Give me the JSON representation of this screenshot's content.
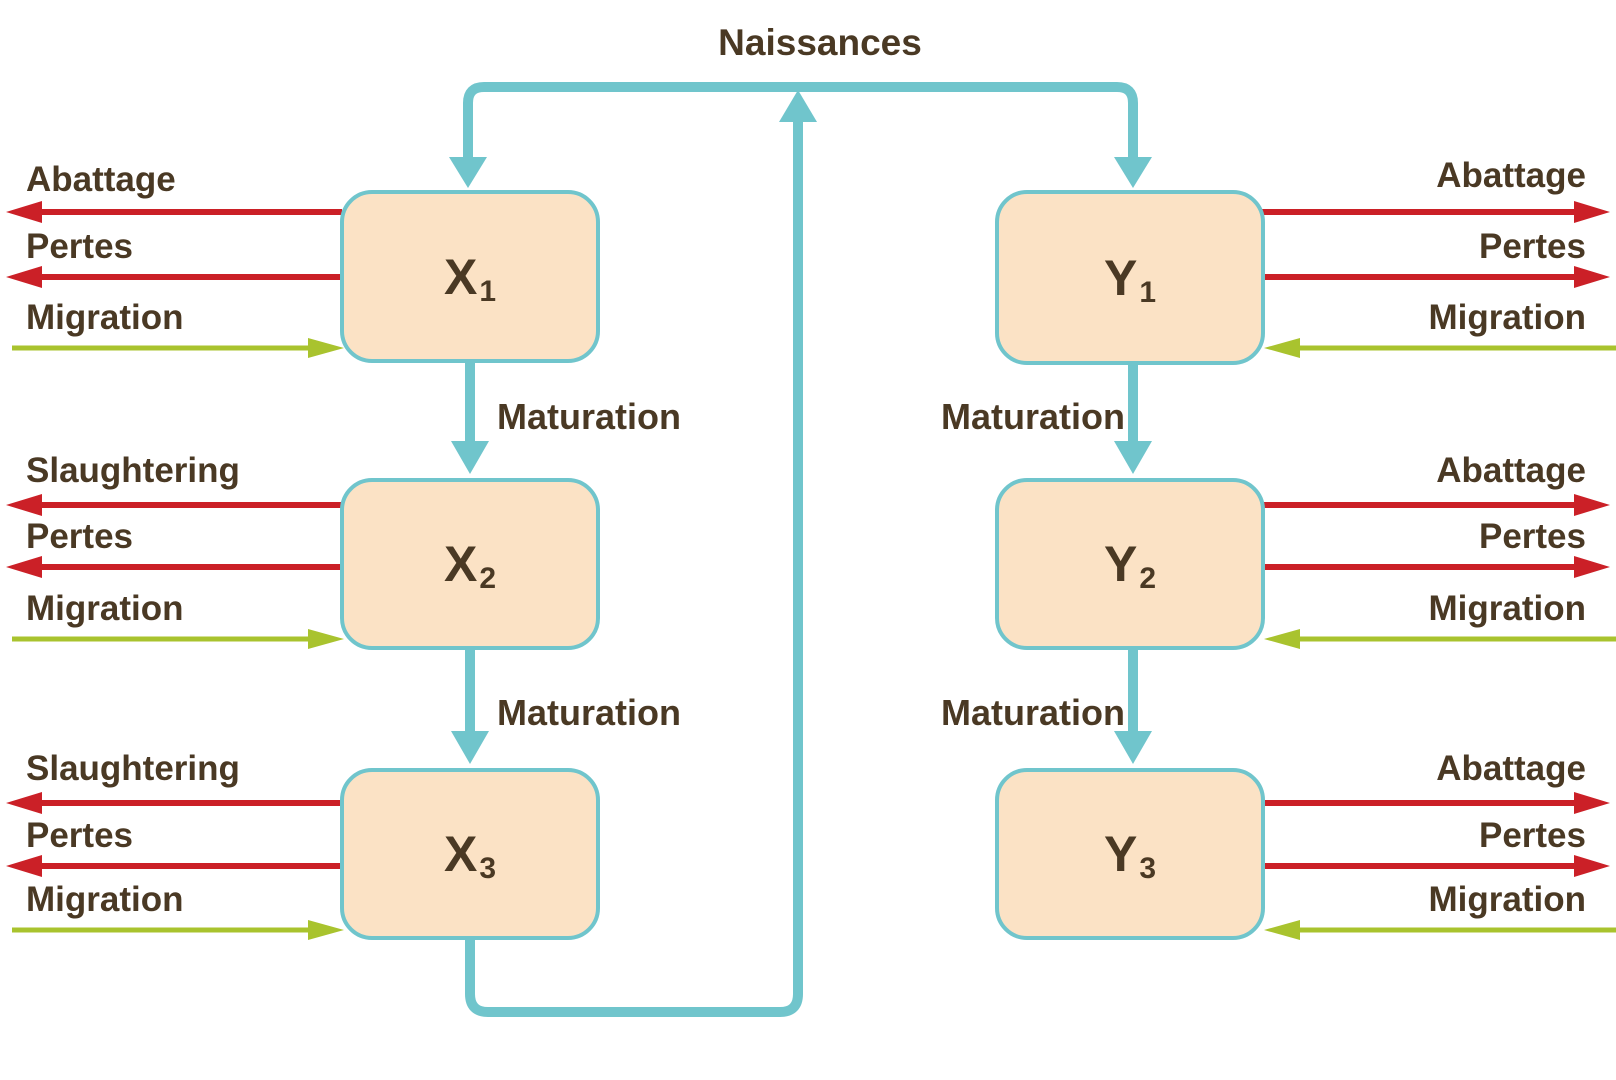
{
  "colors": {
    "teal": "#70C5CC",
    "peach": "#FBE2C5",
    "red": "#CB2027",
    "green": "#A9C32E",
    "ink": "#4A3924",
    "bg": "#FFFFFF"
  },
  "naissances_label": "Naissances",
  "left_column": {
    "boxes": [
      {
        "name": "X",
        "sub": "1",
        "flows": [
          {
            "label": "Abattage",
            "arrow": "red-out"
          },
          {
            "label": "Pertes",
            "arrow": "red-out"
          },
          {
            "label": "Migration",
            "arrow": "green-in"
          }
        ]
      },
      {
        "name": "X",
        "sub": "2",
        "flows": [
          {
            "label": "Slaughtering",
            "arrow": "red-out"
          },
          {
            "label": "Pertes",
            "arrow": "red-out"
          },
          {
            "label": "Migration",
            "arrow": "green-in"
          }
        ]
      },
      {
        "name": "X",
        "sub": "3",
        "flows": [
          {
            "label": "Slaughtering",
            "arrow": "red-out"
          },
          {
            "label": "Pertes",
            "arrow": "red-out"
          },
          {
            "label": "Migration",
            "arrow": "green-in"
          }
        ]
      }
    ],
    "maturation": [
      "Maturation",
      "Maturation"
    ]
  },
  "right_column": {
    "boxes": [
      {
        "name": "Y",
        "sub": "1",
        "flows": [
          {
            "label": "Abattage",
            "arrow": "red-out"
          },
          {
            "label": "Pertes",
            "arrow": "red-out"
          },
          {
            "label": "Migration",
            "arrow": "green-in"
          }
        ]
      },
      {
        "name": "Y",
        "sub": "2",
        "flows": [
          {
            "label": "Abattage",
            "arrow": "red-out"
          },
          {
            "label": "Pertes",
            "arrow": "red-out"
          },
          {
            "label": "Migration",
            "arrow": "green-in"
          }
        ]
      },
      {
        "name": "Y",
        "sub": "3",
        "flows": [
          {
            "label": "Abattage",
            "arrow": "red-out"
          },
          {
            "label": "Pertes",
            "arrow": "red-out"
          },
          {
            "label": "Migration",
            "arrow": "green-in"
          }
        ]
      }
    ],
    "maturation": [
      "Maturation",
      "Maturation"
    ]
  }
}
